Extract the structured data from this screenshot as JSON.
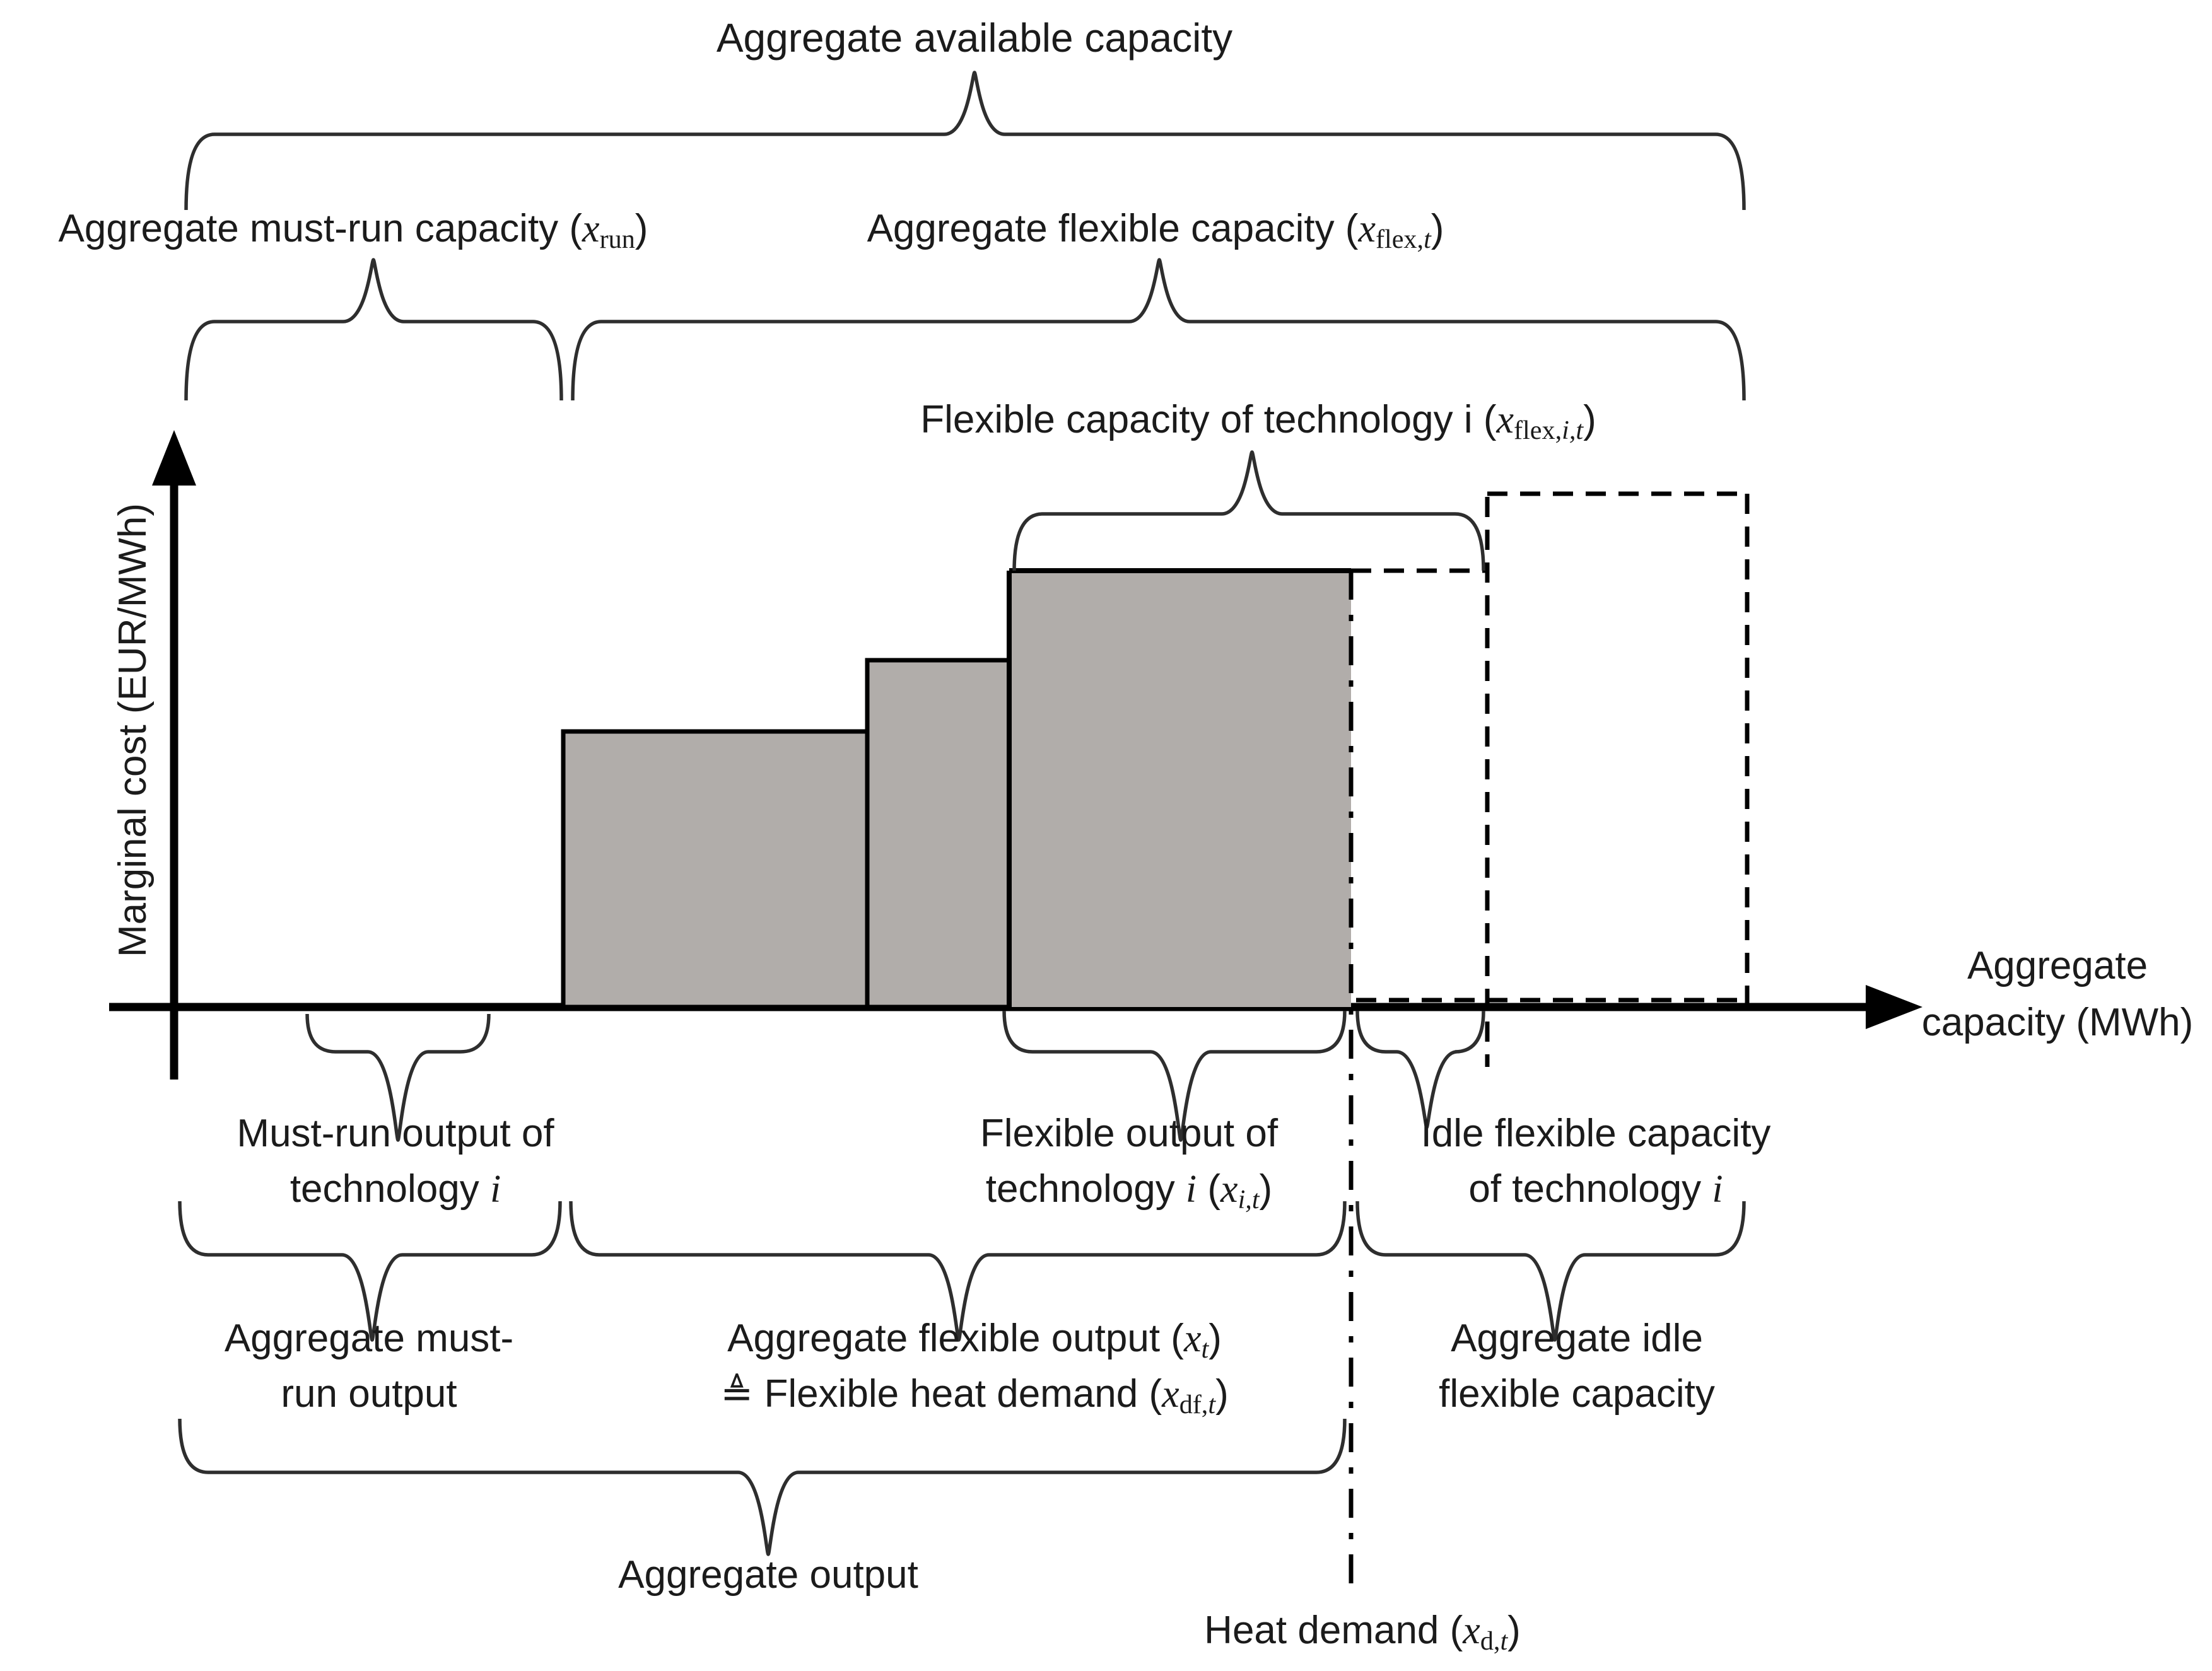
{
  "figure": {
    "top_title": "Aggregate available capacity",
    "y_axis_label": "Marginal cost (EUR/MWh)",
    "x_axis_label_line1": "Aggregate",
    "x_axis_label_line2": "capacity (MWh)",
    "labels": {
      "aggregate_must_run_capacity": [
        {
          "t": "Aggregate must-run capacity ("
        },
        {
          "t": "x",
          "s": "i"
        },
        {
          "t": "run",
          "s": "sub"
        },
        {
          "t": ")"
        }
      ],
      "aggregate_flexible_capacity": [
        {
          "t": "Aggregate flexible capacity ("
        },
        {
          "t": "x",
          "s": "i"
        },
        {
          "t": "flex,",
          "s": "sub"
        },
        {
          "t": "t",
          "s": "isub"
        },
        {
          "t": ")"
        }
      ],
      "flexible_capacity_tech_i": [
        {
          "t": "Flexible capacity of technology i ("
        },
        {
          "t": "x",
          "s": "i"
        },
        {
          "t": "flex,",
          "s": "sub"
        },
        {
          "t": "i,t",
          "s": "isub"
        },
        {
          "t": ")"
        }
      ],
      "must_run_output": {
        "line1": "Must-run output of",
        "line2": [
          {
            "t": "technology "
          },
          {
            "t": "i",
            "s": "i"
          }
        ]
      },
      "flexible_output": {
        "line1": "Flexible output of",
        "line2": [
          {
            "t": "technology "
          },
          {
            "t": "i",
            "s": "i"
          },
          {
            "t": " ("
          },
          {
            "t": "x",
            "s": "i"
          },
          {
            "t": "i,t",
            "s": "isub"
          },
          {
            "t": ")"
          }
        ]
      },
      "idle_flexible_capacity": {
        "line1": "Idle flexible capacity",
        "line2": [
          {
            "t": "of technology "
          },
          {
            "t": "i",
            "s": "i"
          }
        ]
      },
      "aggregate_must_run_output": {
        "line1": "Aggregate must-",
        "line2": "run output"
      },
      "aggregate_flexible_output": {
        "line1": [
          {
            "t": "Aggregate flexible output ("
          },
          {
            "t": "x",
            "s": "i"
          },
          {
            "t": "t",
            "s": "isub"
          },
          {
            "t": ")"
          }
        ],
        "line2": [
          {
            "t": "≜ Flexible heat demand ("
          },
          {
            "t": "x",
            "s": "i"
          },
          {
            "t": "df,",
            "s": "sub"
          },
          {
            "t": "t",
            "s": "isub"
          },
          {
            "t": ")"
          }
        ]
      },
      "aggregate_idle_flexible_capacity": {
        "line1": "Aggregate idle",
        "line2": "flexible capacity"
      },
      "aggregate_output": "Aggregate output",
      "heat_demand": [
        {
          "t": "Heat demand ("
        },
        {
          "t": "x",
          "s": "i"
        },
        {
          "t": "d,",
          "s": "sub"
        },
        {
          "t": "t",
          "s": "isub"
        },
        {
          "t": ")"
        }
      ]
    },
    "colors": {
      "bar_fill": "#b1adaa",
      "axis": "#000000",
      "brace": "#2e2e2e",
      "text": "#1b1b1b",
      "background": "#ffffff"
    }
  }
}
